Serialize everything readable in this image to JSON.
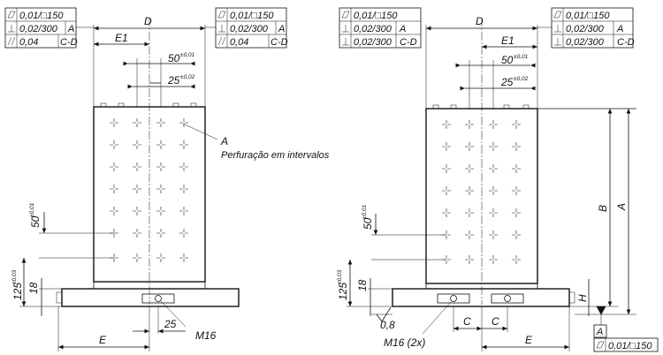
{
  "left_view": {
    "fcf_left": [
      {
        "symbol": "flatness",
        "tolerance": "0,01/□150",
        "datum": ""
      },
      {
        "symbol": "perpendicularity",
        "tolerance": "0,02/300",
        "datum": "A"
      },
      {
        "symbol": "parallelism",
        "tolerance": "0,04",
        "datum": "C-D"
      }
    ],
    "fcf_right": [
      {
        "symbol": "flatness",
        "tolerance": "0,01/□150",
        "datum": ""
      },
      {
        "symbol": "perpendicularity",
        "tolerance": "0,02/300",
        "datum": "A"
      },
      {
        "symbol": "parallelism",
        "tolerance": "0,04",
        "datum": "C-D"
      }
    ],
    "dim_D": "D",
    "dim_E1": "E1",
    "dim_50": "50",
    "tol_50": "±0,01",
    "dim_25": "25",
    "tol_25": "±0,02",
    "callout_A": "A",
    "callout_note": "Perfuração em intervalos",
    "dim_50_vert": "50",
    "tol_50_vert": "±0,01",
    "dim_125": "125",
    "tol_125": "±0,03",
    "dim_18": "18",
    "dim_E": "E",
    "dim_25_bottom": "25",
    "thread": "M16"
  },
  "right_view": {
    "fcf_left": [
      {
        "symbol": "flatness",
        "tolerance": "0,01/□150",
        "datum": ""
      },
      {
        "symbol": "perpendicularity",
        "tolerance": "0,02/300",
        "datum": "A"
      },
      {
        "symbol": "perpendicularity",
        "tolerance": "0,02/300",
        "datum": "C-D"
      }
    ],
    "fcf_right": [
      {
        "symbol": "flatness",
        "tolerance": "0,01/□150",
        "datum": ""
      },
      {
        "symbol": "perpendicularity",
        "tolerance": "0,02/300",
        "datum": "A"
      },
      {
        "symbol": "perpendicularity",
        "tolerance": "0,02/300",
        "datum": "C-D"
      }
    ],
    "dim_D": "D",
    "dim_E1": "E1",
    "dim_50": "50",
    "tol_50": "±0,01",
    "dim_25": "25",
    "tol_25": "±0,02",
    "dim_B": "B",
    "dim_A": "A",
    "dim_50_vert": "50",
    "tol_50_vert": "±0,01",
    "dim_125": "125",
    "tol_125": "±0,03",
    "dim_18": "18",
    "dim_H": "H",
    "roughness": "0,8",
    "thread": "M16 (2x)",
    "dim_C1": "C",
    "dim_C2": "C",
    "dim_E": "E",
    "datum_A": "A",
    "fcf_bottom": {
      "symbol": "flatness",
      "tolerance": "0,01/□150"
    }
  }
}
